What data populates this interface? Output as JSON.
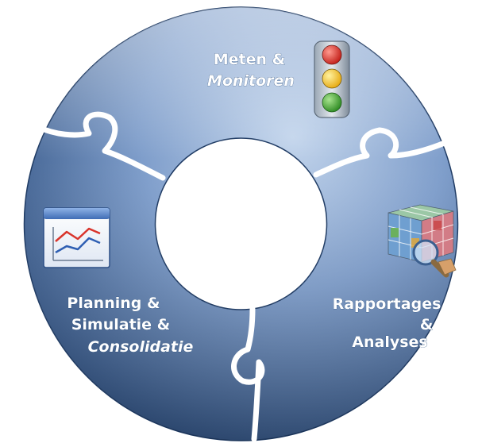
{
  "diagram": {
    "segments": [
      {
        "id": "meten-monitoren",
        "lines": [
          "Meten &",
          "Monitoren"
        ],
        "italic_line": 1,
        "icon": "traffic-light-icon"
      },
      {
        "id": "rapportages-analyses",
        "lines": [
          "Rapportages",
          "&",
          "Analyses"
        ],
        "italic_line": -1,
        "icon": "data-cube-magnifier-icon"
      },
      {
        "id": "planning-simulatie-consolidatie",
        "lines": [
          "Planning &",
          "Simulatie &",
          "Consolidatie"
        ],
        "italic_line": 2,
        "icon": "line-chart-window-icon"
      }
    ],
    "colors": {
      "piece_light": "#b9cde6",
      "piece_mid": "#6d8fbf",
      "piece_dark": "#2c4e7e",
      "piece_edge": "#1e3a63",
      "traffic_red": "#d62a24",
      "traffic_yellow": "#f2c21a",
      "traffic_green": "#3c9a2e",
      "chart_red": "#d9342b",
      "chart_blue": "#2f5fb3"
    }
  }
}
